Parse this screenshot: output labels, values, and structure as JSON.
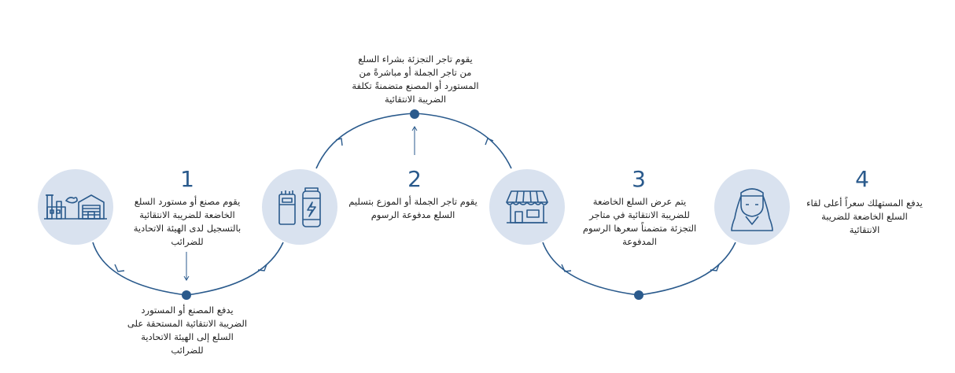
{
  "colors": {
    "accent": "#2a5a8c",
    "node_fill": "#d9e2ef",
    "text": "#222222"
  },
  "steps": [
    {
      "number": "1",
      "icon": "factory-warehouse-icon",
      "text": "يقوم مصنع أو مستورد السلع الخاضعة للضريبة الانتقائية بالتسجيل لدى الهيئة الاتحادية للضرائب"
    },
    {
      "number": "2",
      "icon": "cigarette-energy-drink-icon",
      "text": "يقوم تاجر الجملة أو الموزع بتسليم السلع مدفوعة الرسوم"
    },
    {
      "number": "3",
      "icon": "store-icon",
      "text": "يتم عرض السلع الخاضعة للضريبة الانتقائية في متاجر التجزئة متضمناً سعرها الرسوم المدفوعة"
    },
    {
      "number": "4",
      "icon": "consumer-icon",
      "text": "يدفع المستهلك سعراً أعلى لقاء السلع الخاضعة للضريبة الانتقائية"
    }
  ],
  "callouts": {
    "bottom": "يدفع المصنع أو المستورد الضريبة الانتقائية المستحقة على السلع إلى الهيئة الاتحادية للضرائب",
    "top": "يقوم تاجر التجزئة بشراء السلع من تاجر الجملة أو مباشرةً من المستورد أو المصنع متضمنةً تكلفة الضريبة الانتقائية"
  }
}
